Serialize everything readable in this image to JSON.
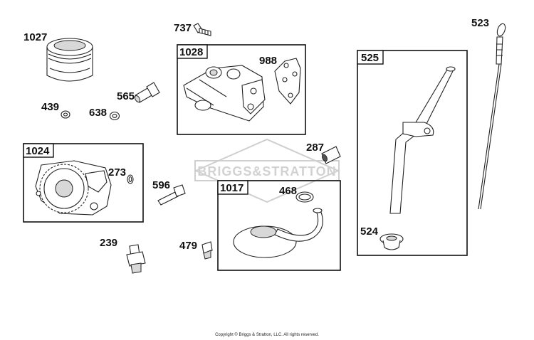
{
  "watermark": {
    "text": "BRIGGS&STRATTON"
  },
  "copyright": "Copyright © Briggs & Stratton, LLC. All rights reserved.",
  "group_labels": {
    "g1028": "1028",
    "g1024": "1024",
    "g1017": "1017",
    "g525": "525"
  },
  "part_labels": {
    "p1027": "1027",
    "p439": "439",
    "p638": "638",
    "p565": "565",
    "p737": "737",
    "p988": "988",
    "p273": "273",
    "p239": "239",
    "p596": "596",
    "p479": "479",
    "p287": "287",
    "p468": "468",
    "p524": "524",
    "p523": "523"
  }
}
